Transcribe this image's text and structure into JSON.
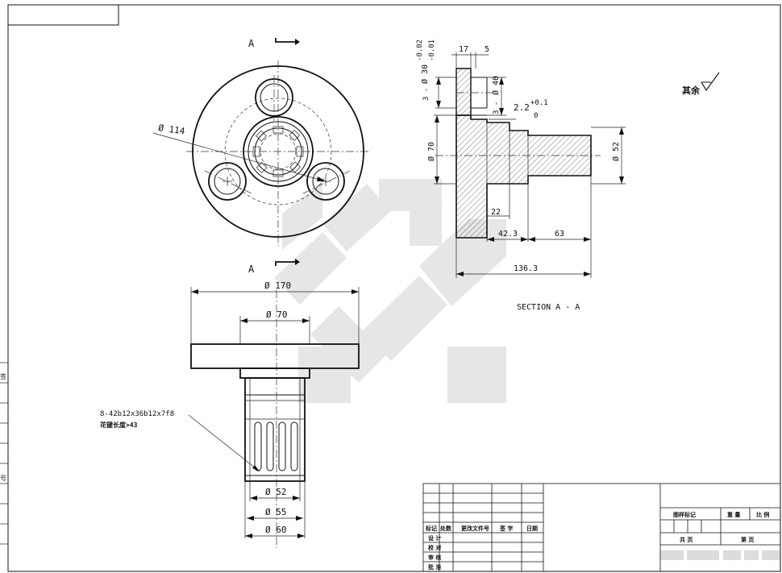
{
  "views": {
    "top_section_label_a": "A",
    "bottom_section_label_a": "A",
    "section_title": "SECTION A - A"
  },
  "dimensions": {
    "d114": "Ø 114",
    "d170": "Ø 170",
    "d70_front": "Ø 70",
    "d52_front": "Ø 52",
    "d55_front": "Ø 55",
    "d60_front": "Ø 60",
    "d30": "Ø 30",
    "d30_tol_upper": "-0.02",
    "d30_tol_lower": "-0.01",
    "d30_prefix": "3 -",
    "d40": "Ø 40",
    "d40_prefix": "3 -",
    "d70_section": "Ø 70",
    "d52_section": "Ø 52",
    "len17": "17",
    "len5": "5",
    "len2_2": "2.2",
    "tol_plus": "+0.1",
    "tol_zero": "0",
    "len22": "22",
    "len42_3": "42.3",
    "len63": "63",
    "len136_3": "136.3"
  },
  "notes": {
    "spline_spec": "8-42b12x36b12x7f8",
    "spline_length": "花键长度>43",
    "roughness_other": "其余"
  },
  "title_block": {
    "header_mark": "标记",
    "header_count": "处数",
    "header_doc": "更改文件号",
    "header_sign": "签 字",
    "header_date": "日期",
    "row_design": "设 计",
    "row_check": "校 对",
    "row_review": "审 核",
    "row_approve": "批 准",
    "stage_mark": "图样标记",
    "weight": "重 量",
    "scale": "比 例",
    "total_sheets": "共 页",
    "sheet_no": "第 页"
  },
  "side_strip": {
    "label_top": "签",
    "label_bottom": "号"
  }
}
